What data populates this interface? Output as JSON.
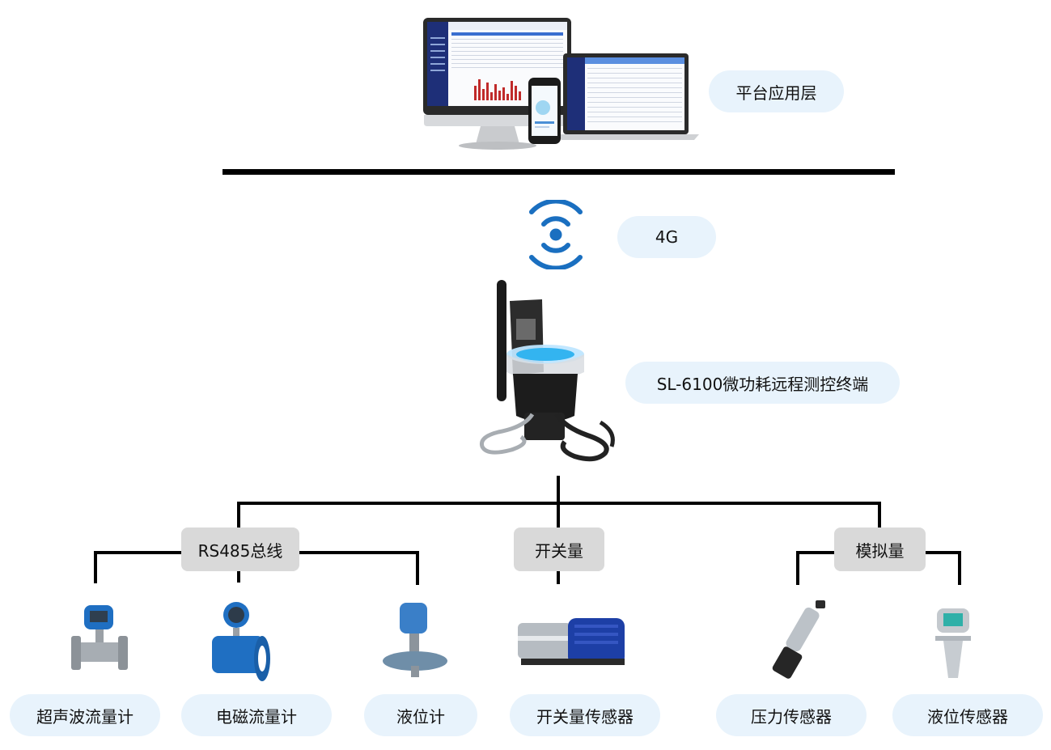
{
  "platform": {
    "label": "平台应用层"
  },
  "network": {
    "label": "4G"
  },
  "terminal": {
    "label": "SL-6100微功耗远程测控终端"
  },
  "buses": [
    {
      "label": "RS485总线"
    },
    {
      "label": "开关量"
    },
    {
      "label": "模拟量"
    }
  ],
  "devices": [
    {
      "label": "超声波流量计"
    },
    {
      "label": "电磁流量计"
    },
    {
      "label": "液位计"
    },
    {
      "label": "开关量传感器"
    },
    {
      "label": "压力传感器"
    },
    {
      "label": "液位传感器"
    }
  ],
  "colors": {
    "pill_bg": "#e8f3fc",
    "tag_bg": "#d9d9d9",
    "wireless_icon": "#1a6fc0"
  }
}
